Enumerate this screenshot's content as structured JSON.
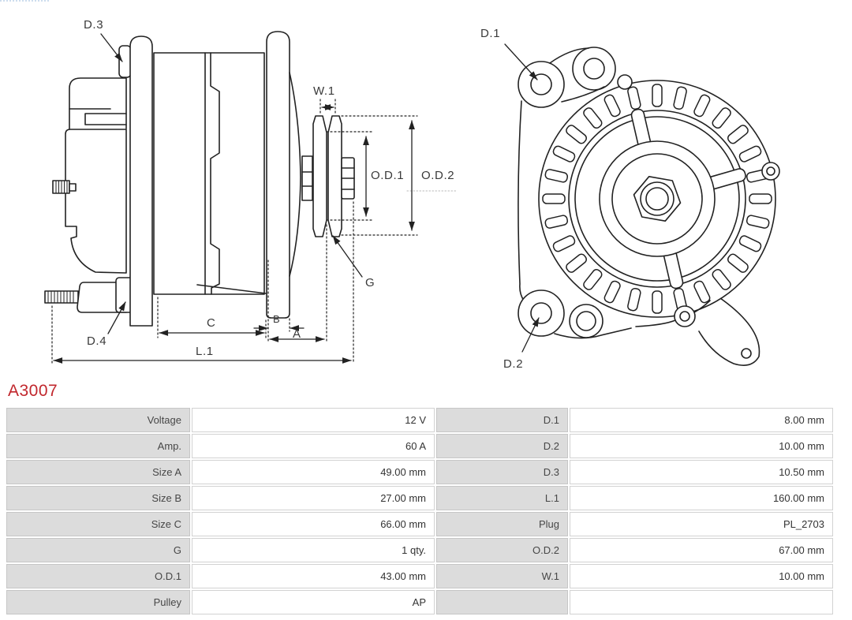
{
  "part": {
    "number": "A3007",
    "accent_color": "#c1272d"
  },
  "diagram": {
    "side_view": {
      "labels": {
        "d3": "D.3",
        "w1": "W.1",
        "od1": "O.D.1",
        "od2": "O.D.2",
        "g": "G",
        "d4": "D.4",
        "c": "C",
        "b": "B",
        "a": "A",
        "l1": "L.1"
      }
    },
    "front_view": {
      "labels": {
        "d1": "D.1",
        "d2": "D.2"
      }
    }
  },
  "spec_table": {
    "rows": [
      {
        "label1": "Voltage",
        "value1": "12 V",
        "label2": "D.1",
        "value2": "8.00 mm"
      },
      {
        "label1": "Amp.",
        "value1": "60 A",
        "label2": "D.2",
        "value2": "10.00 mm"
      },
      {
        "label1": "Size A",
        "value1": "49.00 mm",
        "label2": "D.3",
        "value2": "10.50 mm"
      },
      {
        "label1": "Size B",
        "value1": "27.00 mm",
        "label2": "L.1",
        "value2": "160.00 mm"
      },
      {
        "label1": "Size C",
        "value1": "66.00 mm",
        "label2": "Plug",
        "value2": "PL_2703"
      },
      {
        "label1": "G",
        "value1": "1 qty.",
        "label2": "O.D.2",
        "value2": "67.00 mm"
      },
      {
        "label1": "O.D.1",
        "value1": "43.00 mm",
        "label2": "W.1",
        "value2": "10.00 mm"
      },
      {
        "label1": "Pulley",
        "value1": "AP",
        "label2": "",
        "value2": ""
      }
    ]
  }
}
